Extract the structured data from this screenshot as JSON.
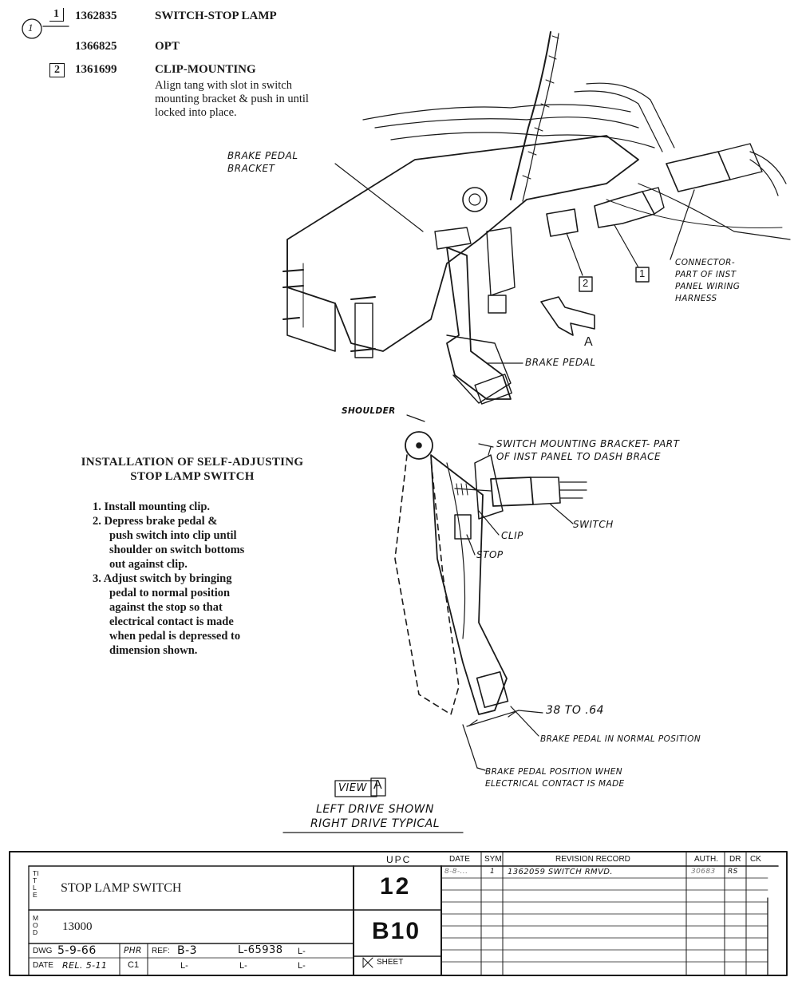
{
  "parts": [
    {
      "item": "1",
      "number": "1362835",
      "name": "SWITCH-STOP LAMP"
    },
    {
      "item": "",
      "number": "1366825",
      "name": "OPT"
    },
    {
      "item": "2",
      "number": "1361699",
      "name": "CLIP-MOUNTING",
      "note": [
        "Align tang with slot in switch",
        "mounting bracket & push in until",
        "locked into place."
      ]
    }
  ],
  "circle_marker": "1",
  "callouts": {
    "brake_pedal_bracket": [
      "BRAKE PEDAL",
      "BRACKET"
    ],
    "connector": [
      "CONNECTOR-",
      "PART OF INST",
      "PANEL WIRING",
      "HARNESS"
    ],
    "brake_pedal": "BRAKE PEDAL",
    "arrow_letter": "A",
    "item_1": "1",
    "item_2": "2",
    "shoulder": "SHOULDER",
    "switch_bracket": [
      "SWITCH MOUNTING BRACKET- PART",
      "OF INST PANEL TO DASH BRACE"
    ],
    "switch": "SWITCH",
    "clip": "CLIP",
    "stop": "STOP",
    "dimension": "38 TO .64",
    "normal_position": "BRAKE PEDAL IN NORMAL POSITION",
    "contact_position": [
      "BRAKE PEDAL POSITION WHEN",
      "ELECTRICAL CONTACT IS MADE"
    ],
    "view_label": "VIEW",
    "view_letter": "A",
    "drive_note": [
      "LEFT DRIVE SHOWN",
      "RIGHT DRIVE TYPICAL"
    ]
  },
  "instructions": {
    "title": [
      "INSTALLATION OF SELF-ADJUSTING",
      "STOP LAMP SWITCH"
    ],
    "steps": [
      [
        "1. Install mounting clip."
      ],
      [
        "2. Depress brake pedal &",
        "push switch into clip until",
        "shoulder on switch bottoms",
        "out against clip."
      ],
      [
        "3. Adjust switch by bringing",
        "pedal to normal position",
        "against the stop so that",
        "electrical contact is made",
        "when pedal is depressed to",
        "dimension shown."
      ]
    ]
  },
  "title_block": {
    "upc_header": "UPC",
    "date_header": "DATE",
    "sym_header": "SYM",
    "revision_header": "REVISION RECORD",
    "auth_header": "AUTH.",
    "dr_header": "DR",
    "ck_header": "CK",
    "title_side": "TITLE",
    "title": "STOP LAMP SWITCH",
    "mod_side": "MOD",
    "mod": "13000",
    "upc": "12",
    "group": "B10",
    "dwg_label": "DWG",
    "dwg_date": "5-9-66",
    "dwg_initials": "PHR",
    "ref_label": "REF:",
    "ref_value": "B-3",
    "l1": "L-65938",
    "l_prefix": "L-",
    "date_label": "DATE",
    "rel": "REL. 5-11",
    "c_code": "C1",
    "sheet": "SHEET",
    "rev_row": {
      "date": "8-8-...",
      "sym": "1",
      "record": "1362059 SWITCH RMVD.",
      "auth": "30683",
      "dr": "RS"
    }
  }
}
